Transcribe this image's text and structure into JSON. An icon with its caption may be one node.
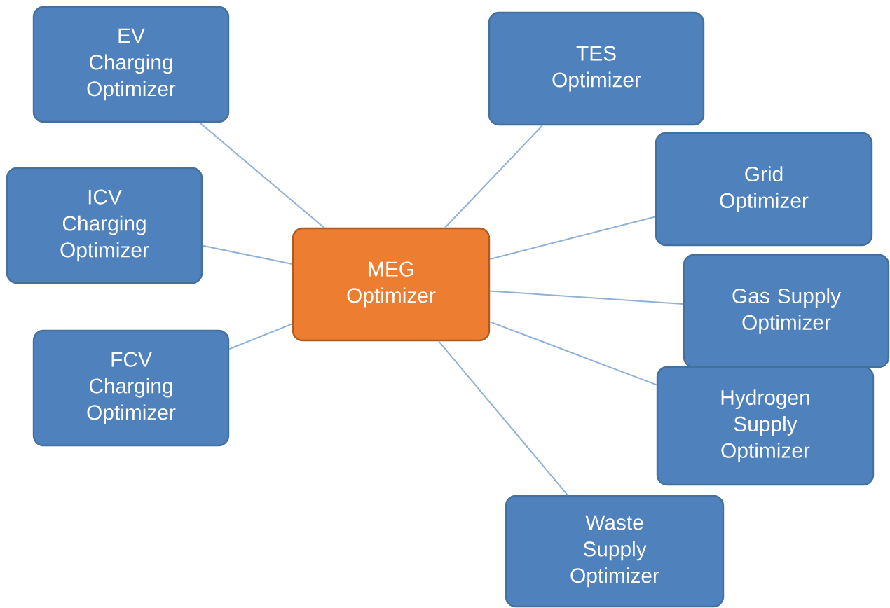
{
  "diagram": {
    "nodes": [
      {
        "text": [
          "MEG Optimizer"
        ]
      },
      {
        "text": [
          "EV Charging Optimizer"
        ]
      },
      {
        "text": [
          "ICV Charging Optimizer"
        ]
      },
      {
        "text": [
          "FCV Charging Optimizer"
        ]
      },
      {
        "text": [
          "TES Optimizer"
        ]
      },
      {
        "text": [
          "Grid Optimizer"
        ]
      },
      {
        "text": [
          "Gas Supply Optimizer"
        ]
      },
      {
        "text": [
          "Hydrogen Supply Optimizer"
        ]
      },
      {
        "text": [
          "Waste Supply Optimizer"
        ]
      }
    ],
    "edges": [
      {
        "from": 0,
        "to": 1,
        "arrow": "none"
      },
      {
        "from": 0,
        "to": 2,
        "arrow": "none"
      },
      {
        "from": 0,
        "to": 3,
        "arrow": "none"
      },
      {
        "from": 0,
        "to": 4,
        "arrow": "none"
      },
      {
        "from": 0,
        "to": 5,
        "arrow": "none"
      },
      {
        "from": 0,
        "to": 6,
        "arrow": "none"
      },
      {
        "from": 0,
        "to": 7,
        "arrow": "none"
      },
      {
        "from": 0,
        "to": 8,
        "arrow": "none"
      }
    ]
  }
}
